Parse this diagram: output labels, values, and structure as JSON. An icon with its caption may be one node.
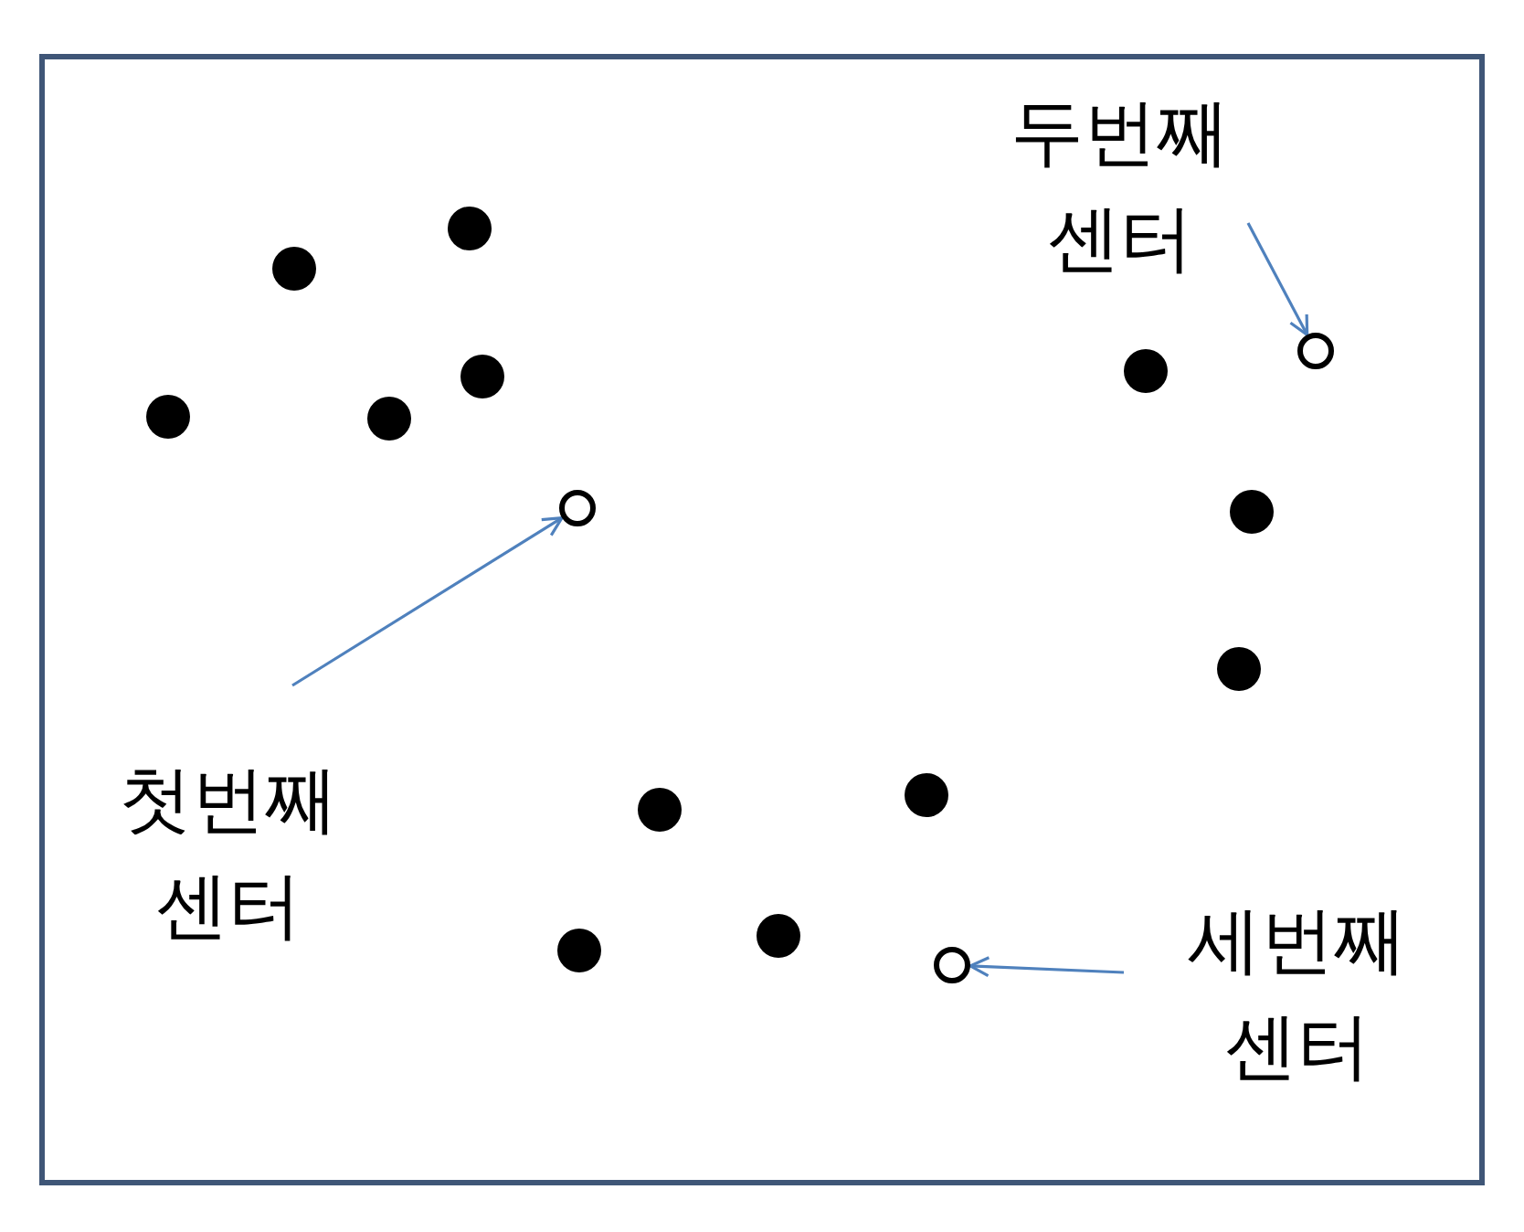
{
  "diagram": {
    "nodes": [
      {
        "text": [
          "두번째 센터"
        ]
      },
      {
        "text": [],
        "shape": "circle"
      },
      {
        "text": [],
        "shape": "circle"
      },
      {
        "text": [
          "첫번째 센터"
        ]
      },
      {
        "text": [
          "세번째 센터"
        ]
      },
      {
        "text": [],
        "shape": "circle"
      }
    ],
    "edges": [
      {
        "from": 0,
        "to": 1,
        "arrow": "to"
      },
      {
        "from": 3,
        "to": 2,
        "arrow": "to"
      },
      {
        "from": 4,
        "to": 5,
        "arrow": "to"
      }
    ]
  }
}
